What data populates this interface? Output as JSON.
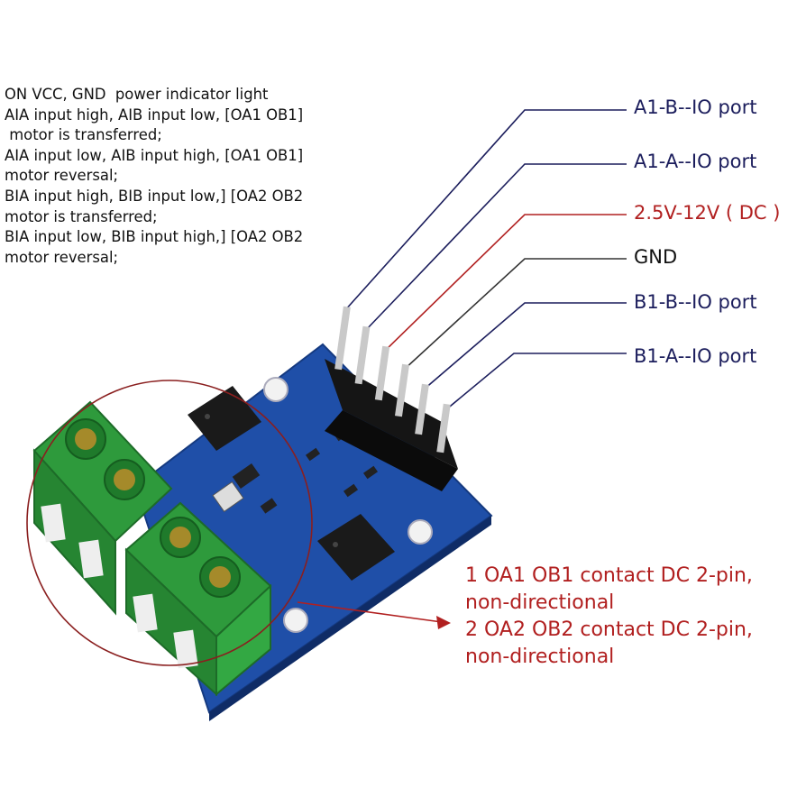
{
  "description_lines": [
    "ON VCC, GND  power indicator light",
    "AIA input high, AIB input low, [OA1 OB1]",
    " motor is transferred;",
    "AIA input low, AIB input high, [OA1 OB1]",
    "motor reversal;",
    "BIA input high, BIB input low,] [OA2 OB2",
    "motor is transferred;",
    "BIA input low, BIB input high,] [OA2 OB2",
    "motor reversal;"
  ],
  "pins": [
    {
      "label": "A1-B--IO port",
      "color": "#1b1d5c"
    },
    {
      "label": "A1-A--IO port",
      "color": "#1b1d5c"
    },
    {
      "label": "2.5V-12V ( DC )",
      "color": "#b12020"
    },
    {
      "label": "GND",
      "color": "#111111"
    },
    {
      "label": "B1-B--IO port",
      "color": "#1b1d5c"
    },
    {
      "label": "B1-A--IO port",
      "color": "#1b1d5c"
    }
  ],
  "contacts": [
    "1 OA1 OB1 contact DC 2-pin,",
    "non-directional",
    "2 OA2 OB2 contact DC 2-pin,",
    "non-directional"
  ],
  "colors": {
    "pcb": "#1f4fa8",
    "terminal": "#2e9a3c",
    "chip": "#1a1a1a",
    "header": "#111111",
    "pin_metal": "#c9c9c9",
    "accent_red": "#b12020",
    "leader_blue": "#1b1d5c"
  }
}
